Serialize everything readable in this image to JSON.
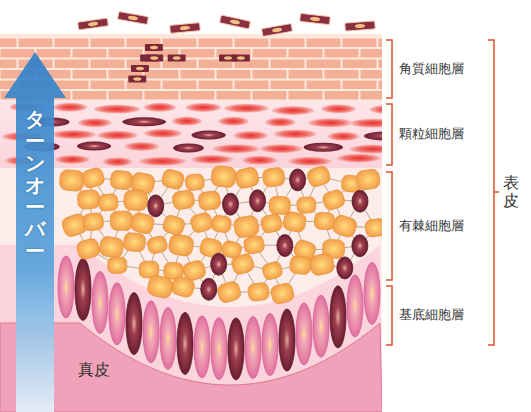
{
  "diagram": {
    "labels": [
      "ターンオーバー",
      "角質細胞層",
      "顆粒細胞層",
      "有棘細胞層",
      "基底細胞層",
      "表皮",
      "真皮"
    ]
  }
}
